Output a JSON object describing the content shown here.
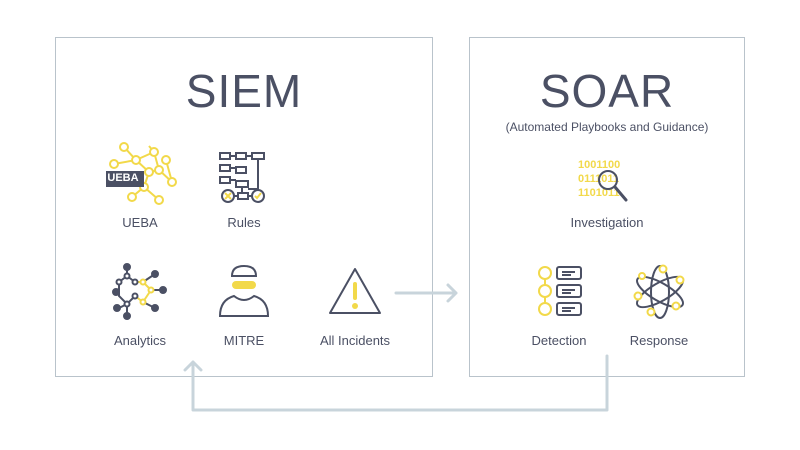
{
  "colors": {
    "accent": "#f2d94a",
    "ink": "#4b5064",
    "line": "#c8d4db"
  },
  "siem": {
    "title": "SIEM",
    "items": [
      {
        "label": "UEBA",
        "icon": "ueba-network-icon",
        "badge": "UEBA"
      },
      {
        "label": "Rules",
        "icon": "rules-flowchart-icon"
      },
      {
        "label": "Analytics",
        "icon": "analytics-graph-icon"
      },
      {
        "label": "MITRE",
        "icon": "masked-attacker-icon"
      },
      {
        "label": "All Incidents",
        "icon": "warning-triangle-icon"
      }
    ]
  },
  "soar": {
    "title": "SOAR",
    "subtitle": "(Automated Playbooks and Guidance)",
    "items": [
      {
        "label": "Investigation",
        "icon": "binary-magnifier-icon",
        "binary": [
          "1001100",
          "0111011",
          "1101011"
        ]
      },
      {
        "label": "Detection",
        "icon": "detection-list-icon"
      },
      {
        "label": "Response",
        "icon": "atom-icon"
      }
    ]
  }
}
